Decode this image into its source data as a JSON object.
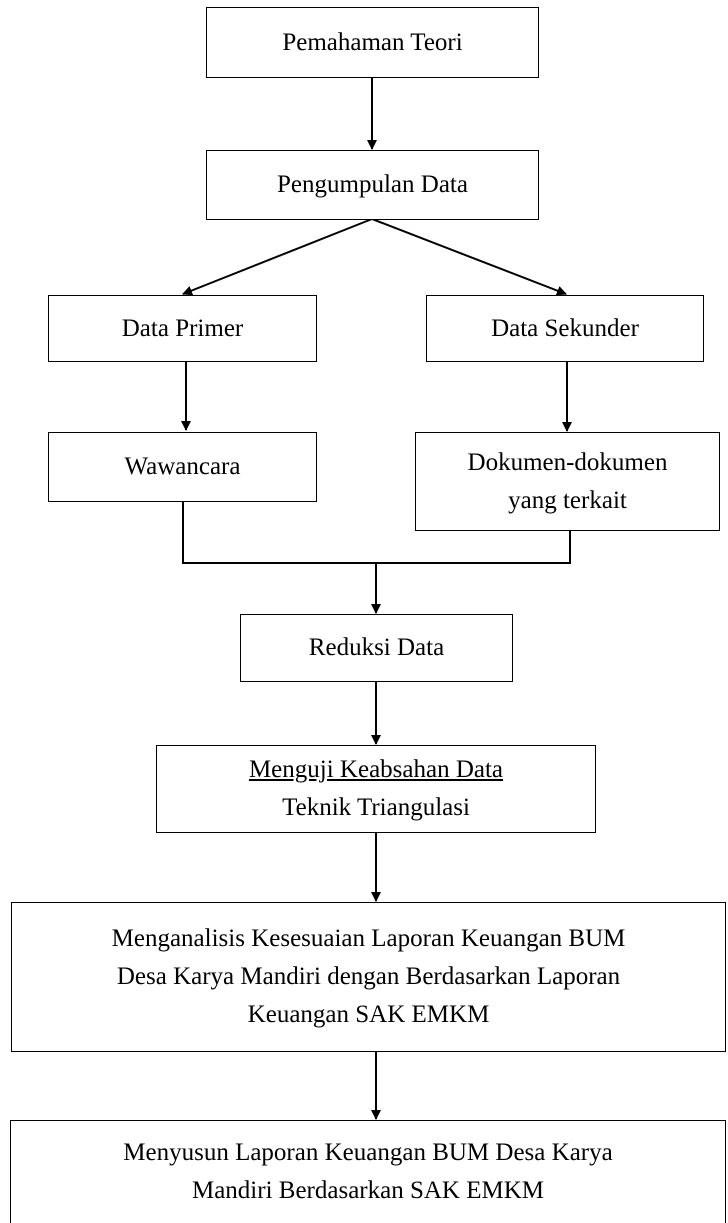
{
  "diagram": {
    "nodes": {
      "teori": {
        "lines": [
          "Pemahaman Teori"
        ]
      },
      "pengumpulan": {
        "lines": [
          "Pengumpulan Data"
        ]
      },
      "primer": {
        "lines": [
          "Data Primer"
        ]
      },
      "sekunder": {
        "lines": [
          "Data Sekunder"
        ]
      },
      "wawancara": {
        "lines": [
          "Wawancara"
        ]
      },
      "dokumen": {
        "lines": [
          "Dokumen-dokumen",
          "yang terkait"
        ]
      },
      "reduksi": {
        "lines": [
          "Reduksi Data"
        ]
      },
      "keabsahan": {
        "lines": [
          "Menguji Keabsahan Data",
          "Teknik Triangulasi"
        ]
      },
      "analisis": {
        "lines": [
          "Menganalisis Kesesuaian Laporan Keuangan BUM",
          "Desa Karya Mandiri dengan Berdasarkan Laporan",
          "Keuangan SAK EMKM"
        ]
      },
      "susun": {
        "lines": [
          "Menyusun Laporan Keuangan BUM Desa Karya",
          "Mandiri Berdasarkan SAK EMKM"
        ]
      }
    },
    "edges": [
      [
        "teori",
        "pengumpulan"
      ],
      [
        "pengumpulan",
        "primer"
      ],
      [
        "pengumpulan",
        "sekunder"
      ],
      [
        "primer",
        "wawancara"
      ],
      [
        "sekunder",
        "dokumen"
      ],
      [
        "wawancara",
        "reduksi"
      ],
      [
        "dokumen",
        "reduksi"
      ],
      [
        "reduksi",
        "keabsahan"
      ],
      [
        "keabsahan",
        "analisis"
      ],
      [
        "analisis",
        "susun"
      ]
    ]
  }
}
